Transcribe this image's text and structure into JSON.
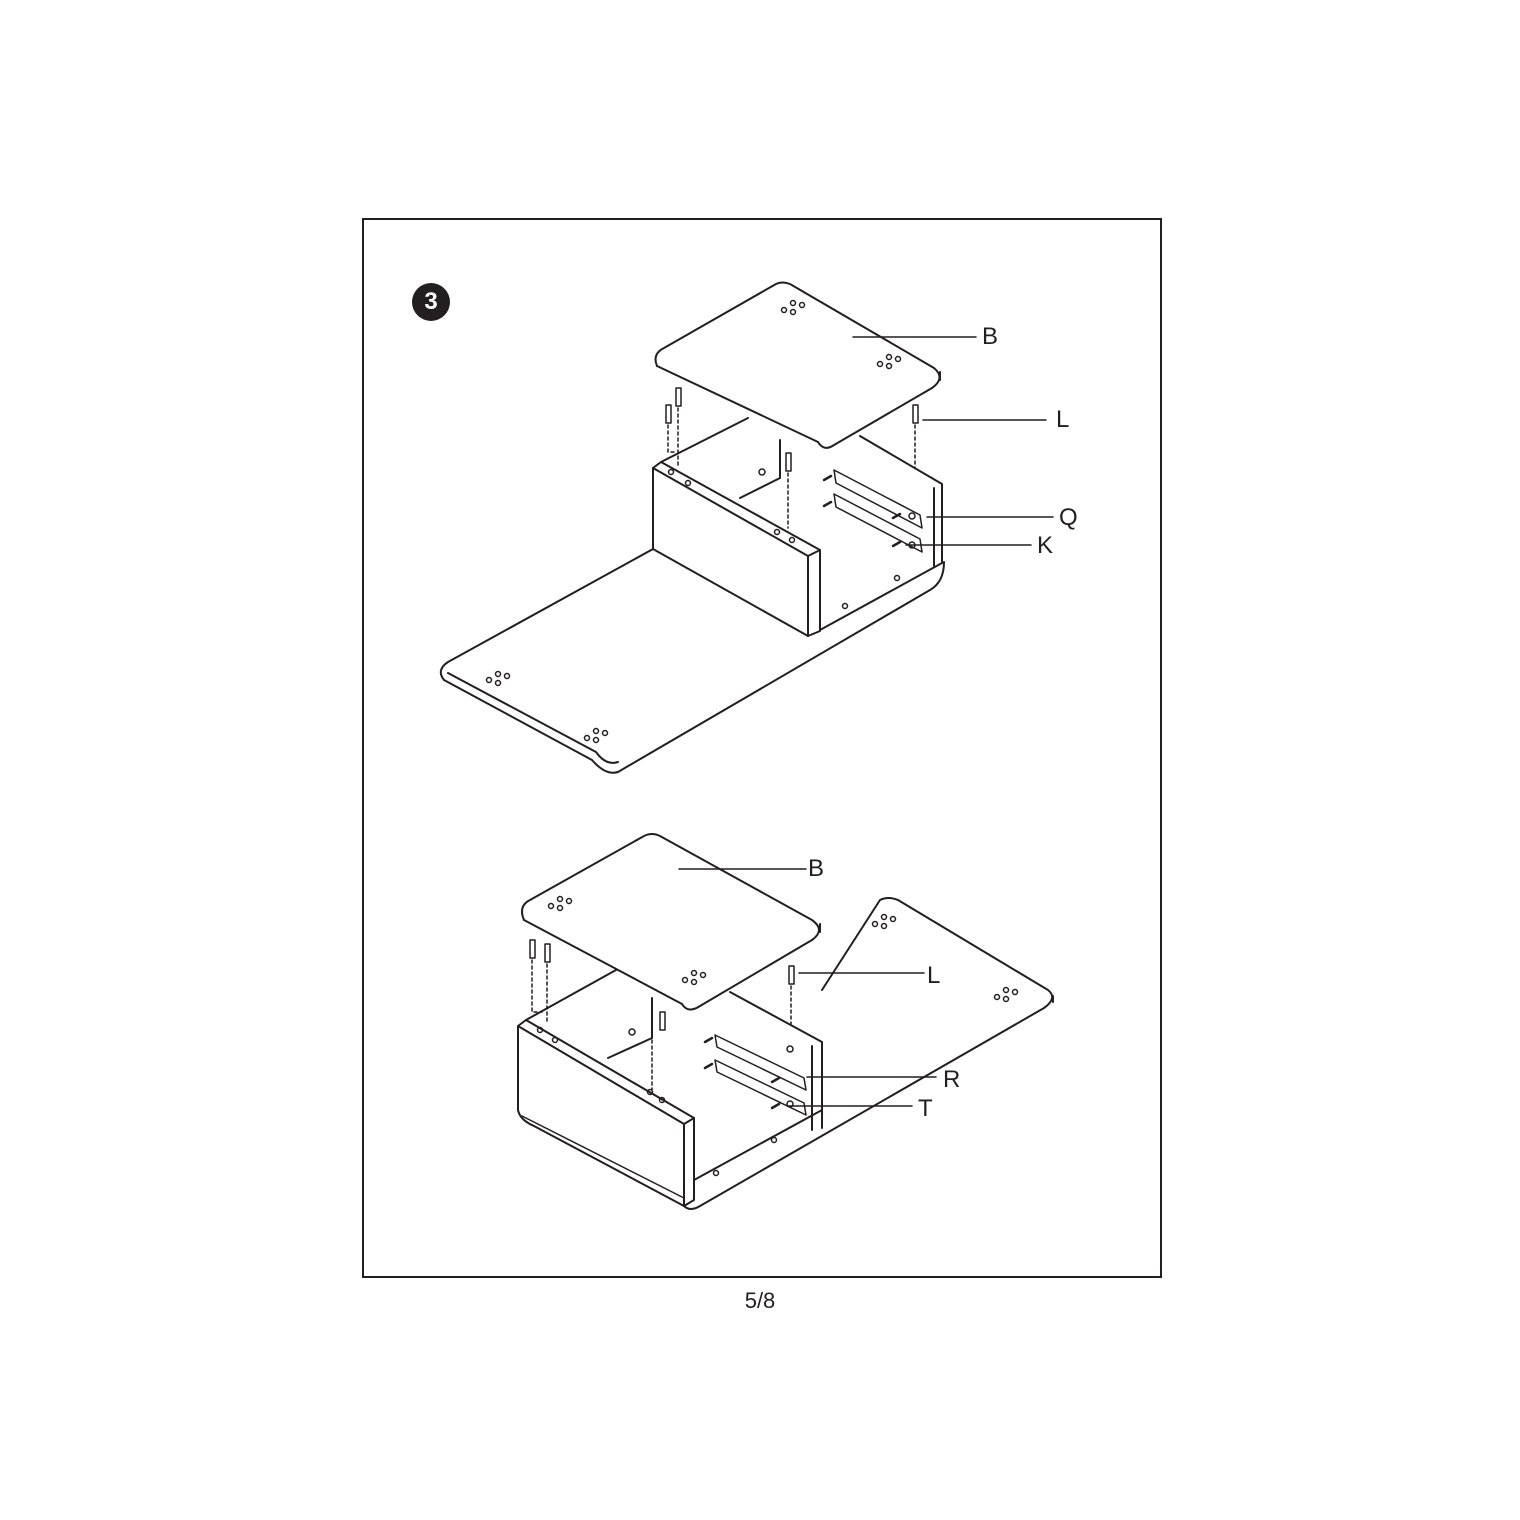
{
  "step": {
    "number": "3"
  },
  "upper_assembly": {
    "labels": {
      "top_panel": "B",
      "dowel": "L",
      "drawer_slide": "Q",
      "screw": "K"
    }
  },
  "lower_assembly": {
    "labels": {
      "top_panel": "B",
      "dowel": "L",
      "drawer_slide": "R",
      "screw": "T"
    }
  },
  "footer": {
    "page_number": "5/8"
  },
  "colors": {
    "line": "#231f20",
    "background": "#ffffff"
  }
}
